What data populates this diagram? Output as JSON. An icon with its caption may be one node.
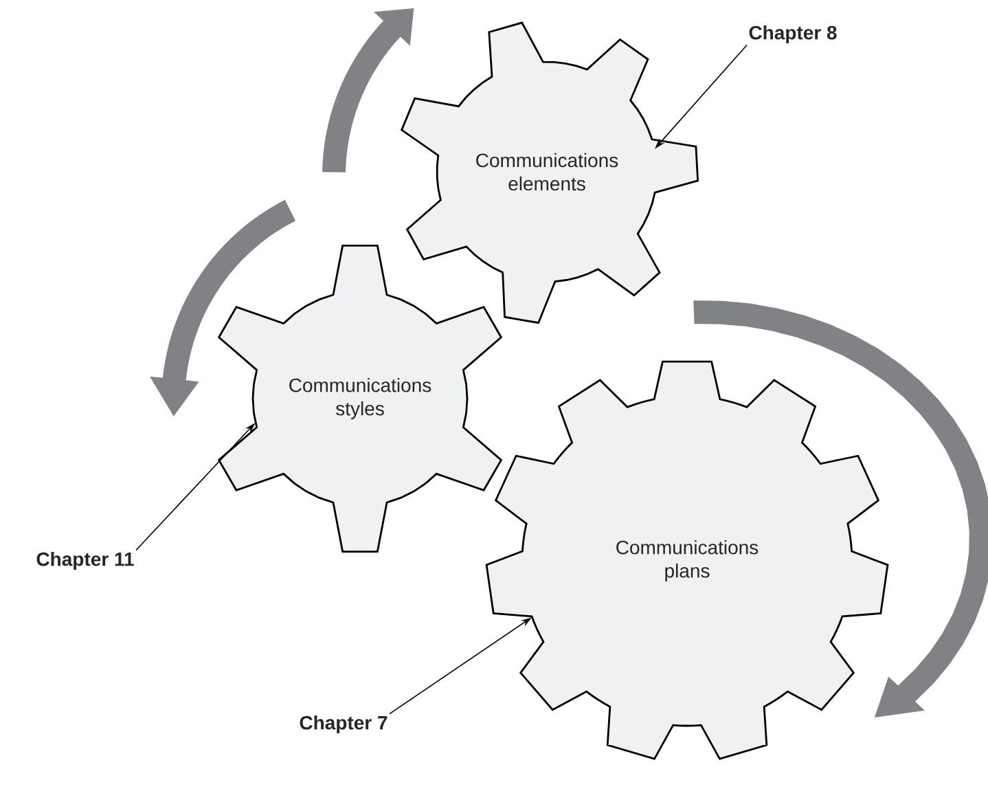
{
  "diagram": {
    "nodes": [
      {
        "text": [
          "Communications elements"
        ]
      },
      {
        "text": [
          "Communications styles"
        ]
      },
      {
        "text": [
          "Communications plans"
        ]
      },
      {
        "text": [
          "Chapter 8"
        ]
      },
      {
        "text": [
          "Chapter 11"
        ]
      },
      {
        "text": [
          "Chapter 7"
        ]
      }
    ],
    "edges": [
      {
        "from": 3,
        "to": 0,
        "arrow": "to"
      },
      {
        "from": 4,
        "to": 1,
        "arrow": "to"
      },
      {
        "from": 5,
        "to": 2,
        "arrow": "to"
      }
    ]
  }
}
